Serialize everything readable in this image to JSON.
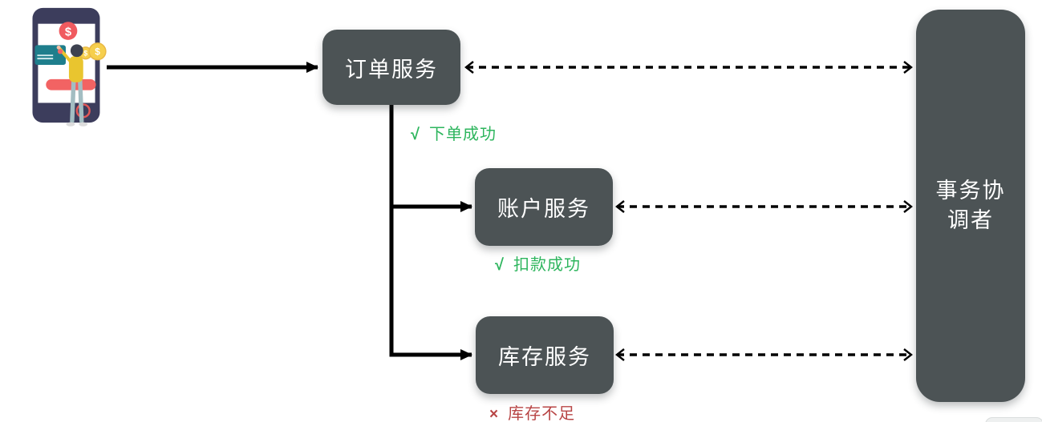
{
  "nodes": {
    "order": {
      "label": "订单服务"
    },
    "account": {
      "label": "账户服务"
    },
    "inventory": {
      "label": "库存服务"
    },
    "coordinator": {
      "label": "事务协调者"
    }
  },
  "status_labels": {
    "order_success": {
      "icon": "√",
      "text": "下单成功"
    },
    "deduct_success": {
      "icon": "√",
      "text": "扣款成功"
    },
    "inventory_insufficient": {
      "icon": "×",
      "text": "库存不足"
    }
  },
  "colors": {
    "node_background": "#4c5355",
    "node_text": "#ffffff",
    "connector": "#000000",
    "success_green": "#2db55d",
    "failure_red": "#b84545",
    "canvas_background": "#ffffff"
  },
  "icons": {
    "illustration": "mobile-payment-illustration"
  }
}
